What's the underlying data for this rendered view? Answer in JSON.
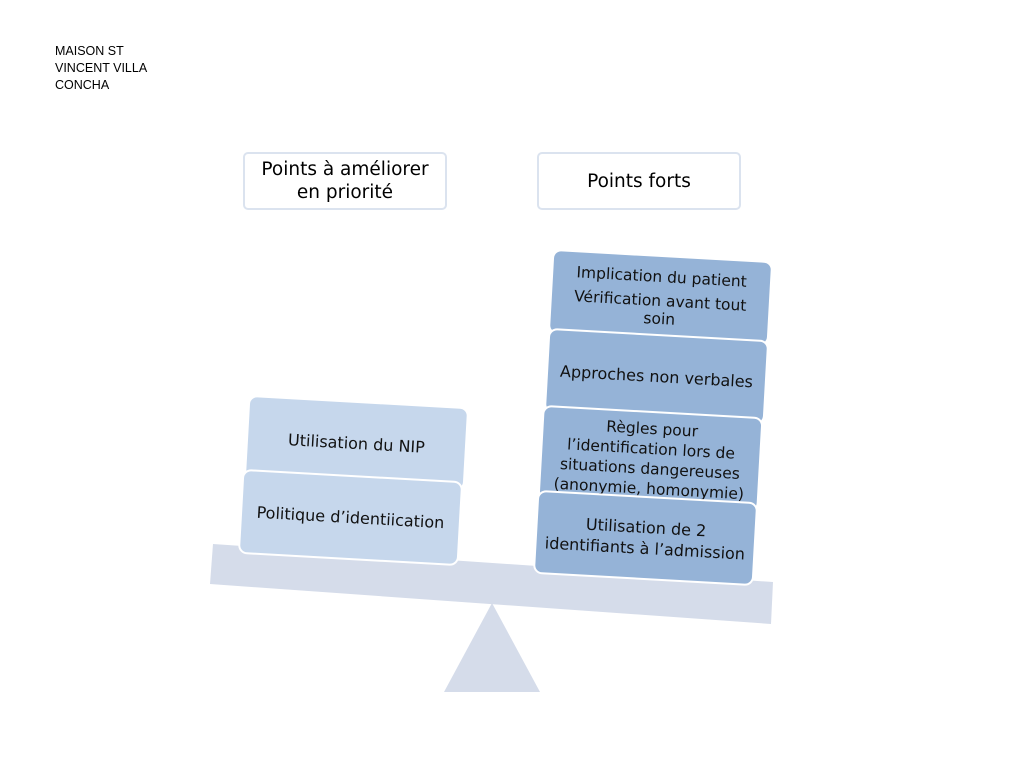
{
  "organization": {
    "lines": [
      "MAISON ST",
      "VINCENT VILLA",
      "CONCHA"
    ]
  },
  "headers": {
    "left": {
      "line1": "Points à améliorer",
      "line2": "en priorité"
    },
    "right": "Points forts"
  },
  "left_stack": {
    "items": [
      "Utilisation du NIP",
      "Politique d’identiication"
    ]
  },
  "right_stack": {
    "implication": "Implication du patient",
    "verification": {
      "line1": "Vérification avant tout",
      "line2": "soin"
    },
    "approches": "Approches non verbales",
    "regles": {
      "line1": "Règles pour",
      "line2": "l’identification lors de",
      "line3": "situations dangereuses",
      "line4": "(anonymie, homonymie)"
    },
    "utilisation": {
      "line1": "Utilisation de 2",
      "line2": "identifiants à l’admission"
    }
  },
  "colors": {
    "beam": "#d5dcea",
    "fulcrum": "#d5dcea",
    "light_block": "#c6d7ec",
    "dark_block": "#95b3d7",
    "header_border": "#dbe3ef"
  }
}
